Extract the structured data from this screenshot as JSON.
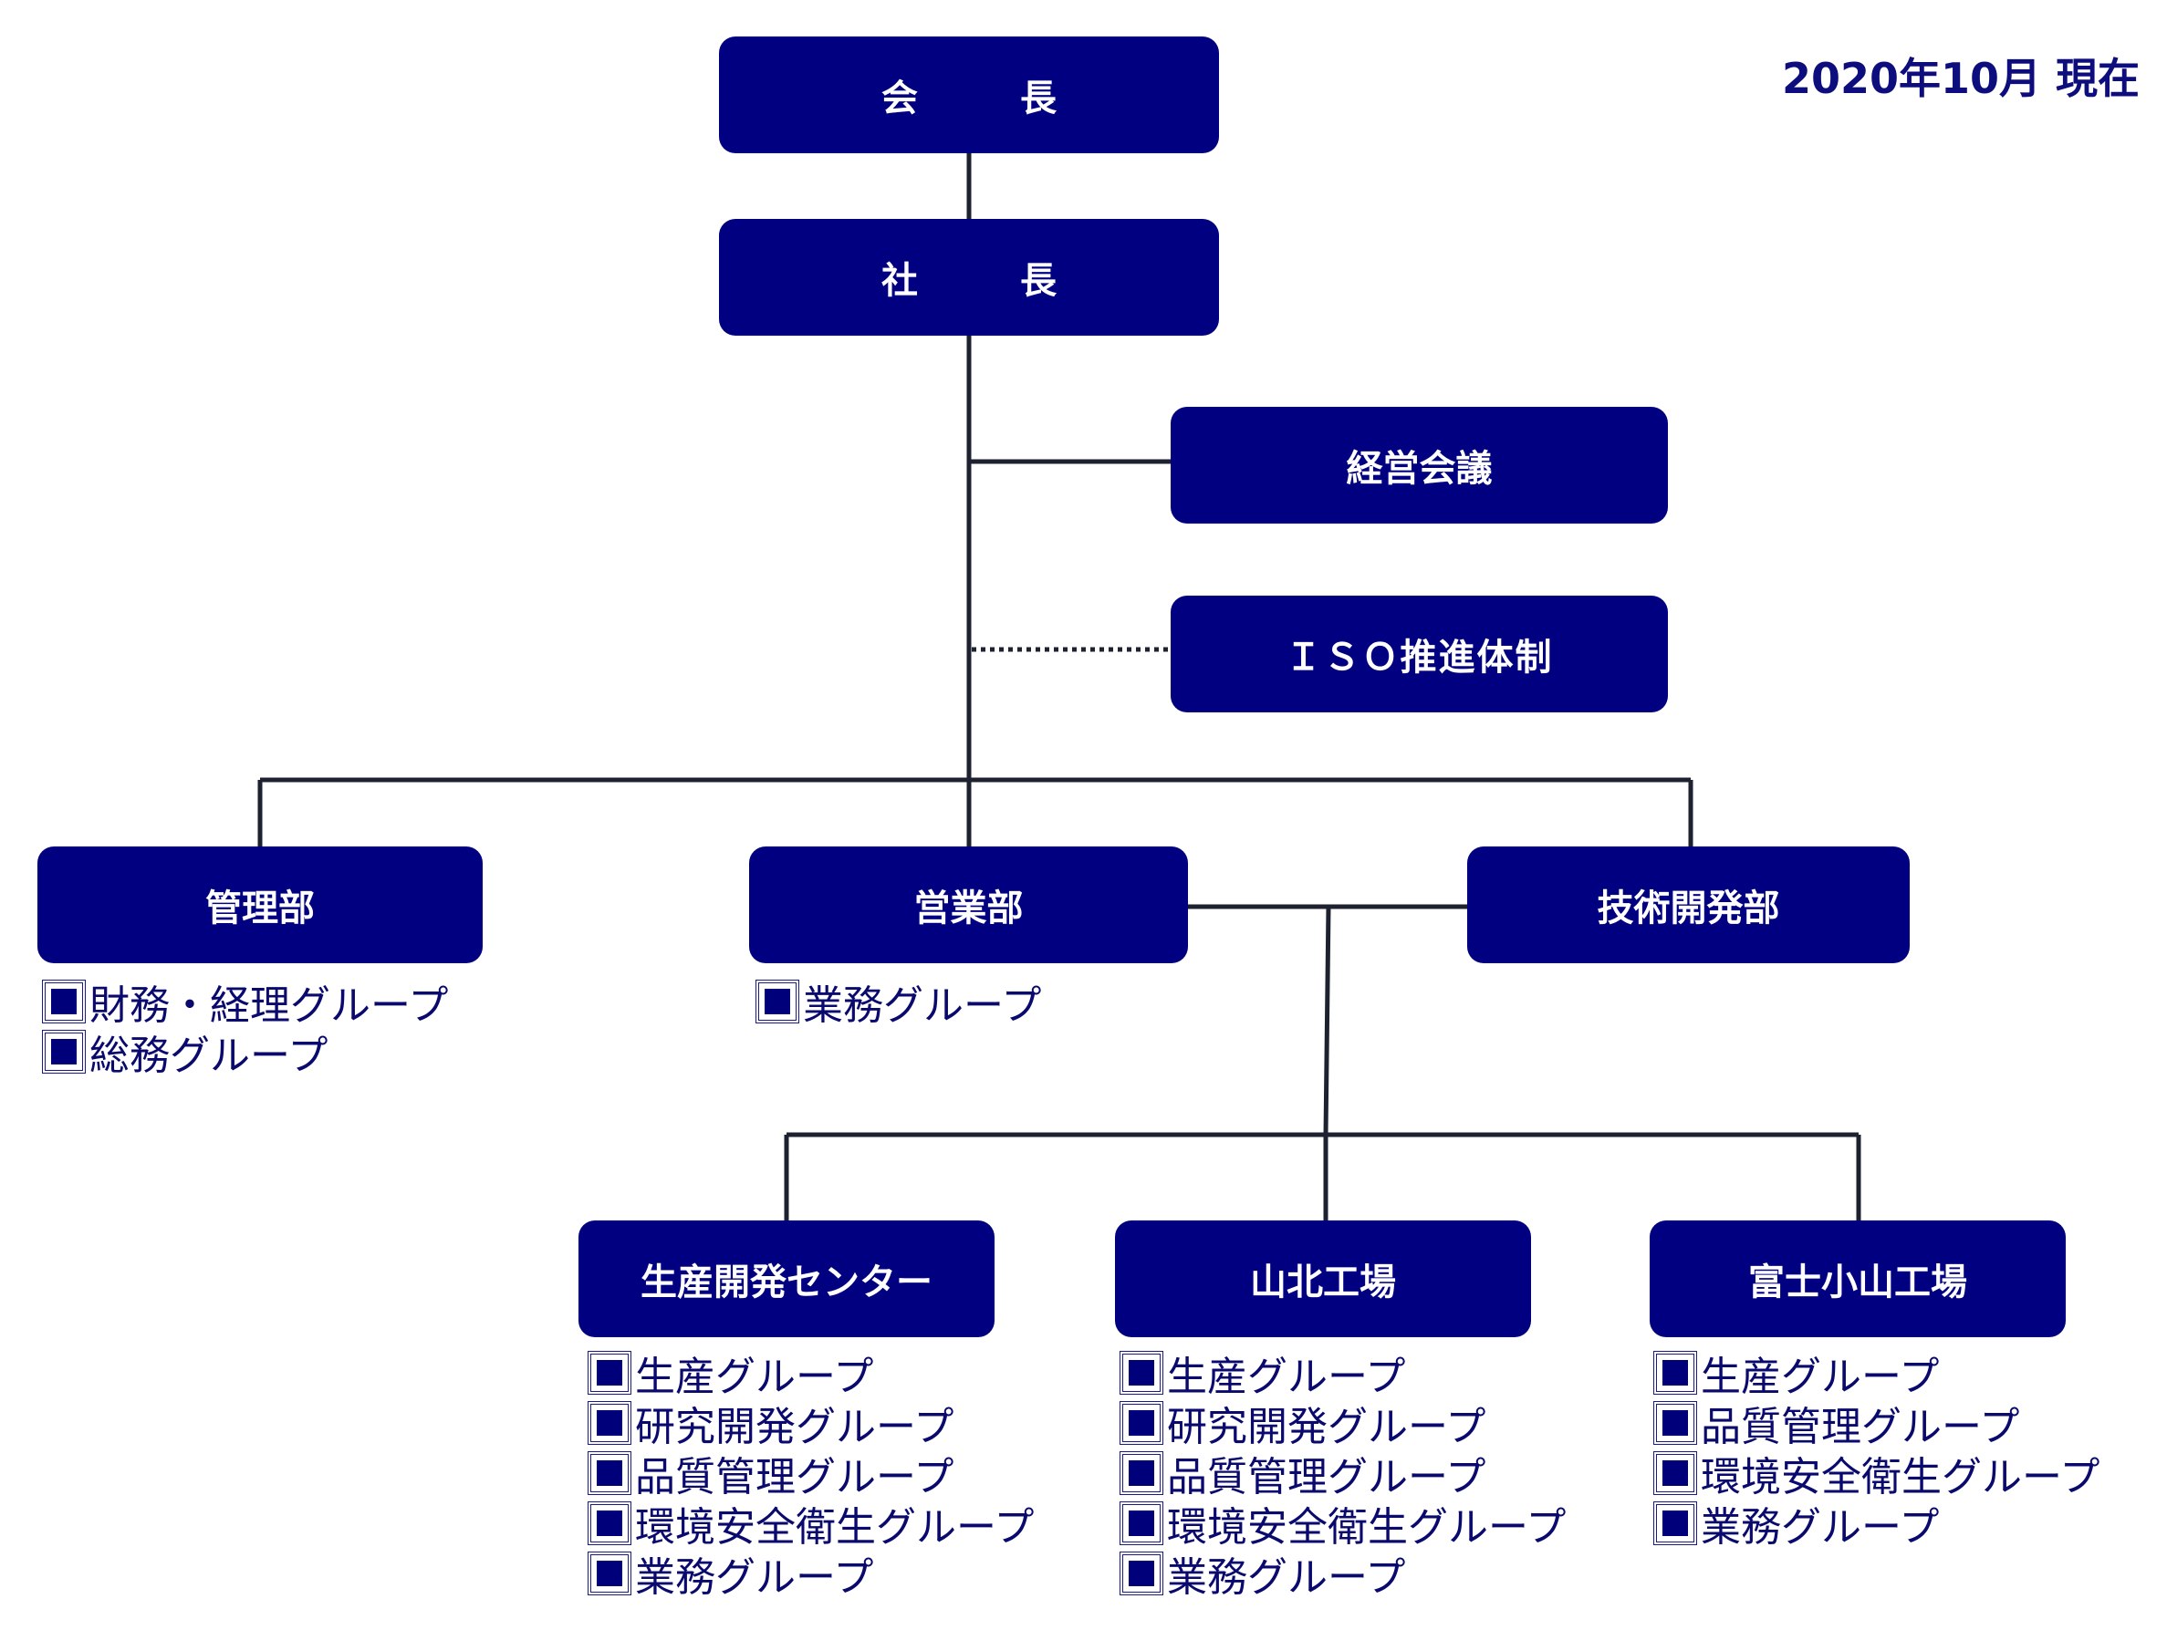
{
  "date_label": "2020年10月 現在",
  "nodes": {
    "chairman": "会　長",
    "president": "社　長",
    "management_meeting": "経営会議",
    "iso": "ＩＳＯ推進体制",
    "admin": "管理部",
    "sales": "営業部",
    "tech_dev": "技術開発部",
    "prod_center": "生産開発センター",
    "yamakita": "山北工場",
    "fuji_oyama": "富士小山工場"
  },
  "groups": {
    "admin": [
      "財務・経理グループ",
      "総務グループ"
    ],
    "sales": [
      "業務グループ"
    ],
    "prod_center": [
      "生産グループ",
      "研究開発グループ",
      "品質管理グループ",
      "環境安全衛生グループ",
      "業務グループ"
    ],
    "yamakita": [
      "生産グループ",
      "研究開発グループ",
      "品質管理グループ",
      "環境安全衛生グループ",
      "業務グループ"
    ],
    "fuji_oyama": [
      "生産グループ",
      "品質管理グループ",
      "環境安全衛生グループ",
      "業務グループ"
    ]
  },
  "colors": {
    "box": "#000080",
    "line": "#1e2230",
    "text": "#0a0a6e"
  }
}
